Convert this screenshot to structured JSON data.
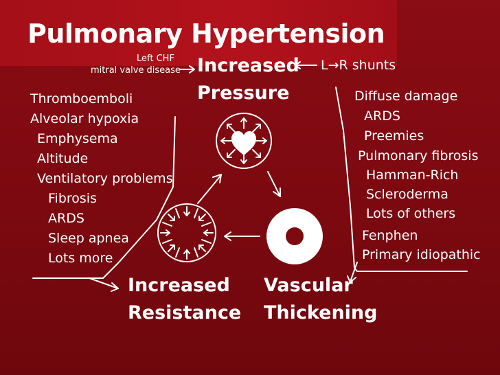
{
  "title": "Pulmonary Hypertension",
  "center": {
    "increased_pressure": [
      "Increased",
      "Pressure"
    ],
    "increased_resistance": [
      "Increased",
      "Resistance"
    ],
    "vascular_thickening": [
      "Vascular",
      "Thickening"
    ]
  },
  "top_inputs": {
    "left_chf": "Left CHF",
    "mitral": "mitral valve disease",
    "shunts": "L→R shunts"
  },
  "left_causes": [
    {
      "text": "Thromboemboli",
      "level": 0
    },
    {
      "text": "Alveolar hypoxia",
      "level": 0
    },
    {
      "text": "Emphysema",
      "level": 1
    },
    {
      "text": "Altitude",
      "level": 1
    },
    {
      "text": "Ventilatory problems",
      "level": 1
    },
    {
      "text": "Fibrosis",
      "level": 2
    },
    {
      "text": "ARDS",
      "level": 2
    },
    {
      "text": "Sleep apnea",
      "level": 2
    },
    {
      "text": "Lots more",
      "level": 2
    }
  ],
  "right_causes": [
    {
      "text": "Diffuse damage",
      "level": 0
    },
    {
      "text": "ARDS",
      "level": 1
    },
    {
      "text": "Preemies",
      "level": 1
    },
    {
      "text": "Pulmonary fibrosis",
      "level": 0
    },
    {
      "text": "Hamman-Rich",
      "level": 1
    },
    {
      "text": "Scleroderma",
      "level": 1
    },
    {
      "text": "Lots of others",
      "level": 1
    },
    {
      "text": "Fenphen",
      "level": 0
    },
    {
      "text": "Primary idiopathic",
      "level": 0
    }
  ],
  "colors": {
    "background": "#7c0910",
    "title_panel": "#b3121c",
    "foreground": "#ffffff"
  },
  "icons": [
    "heart-icon",
    "dilated-vessel-icon",
    "constricted-vessel-icon",
    "thickened-vessel-icon"
  ]
}
